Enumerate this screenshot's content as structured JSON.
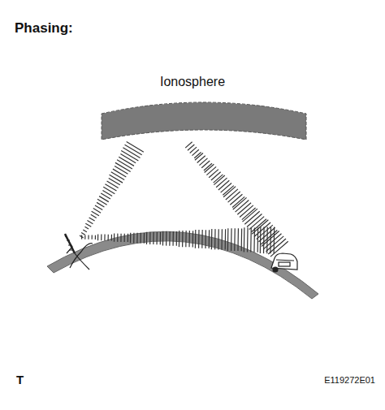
{
  "diagram": {
    "title": "Phasing:",
    "labels": [
      "Ionosphere",
      "T",
      "E119272E01"
    ]
  }
}
